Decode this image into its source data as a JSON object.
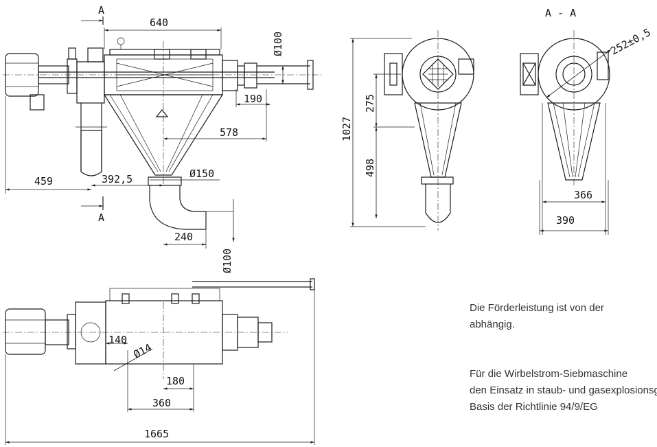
{
  "dimensions": {
    "d640": "640",
    "d100_top": "Ø100",
    "d190": "190",
    "d578": "578",
    "d459": "459",
    "d392": "392,5",
    "d150": "Ø150",
    "d240": "240",
    "d100_bottom": "Ø100",
    "d1027": "1027",
    "d275": "275",
    "d498": "498",
    "d252": "252±0,5",
    "d366": "366",
    "d390": "390",
    "d140": "140",
    "d14": "Ø14",
    "d180": "180",
    "d360": "360",
    "d1665": "1665"
  },
  "section": {
    "title": "A - A",
    "marker_top": "A",
    "marker_bottom": "A"
  },
  "notes": {
    "note1_line1": "Die Förderleistung ist von der",
    "note1_line2": "abhängig.",
    "note2_line1": "Für die Wirbelstrom-Siebmaschine",
    "note2_line2": "den Einsatz in staub- und gasexplosionsgefährdeten",
    "note2_line3": "Basis der Richtlinie 94/9/EG"
  }
}
